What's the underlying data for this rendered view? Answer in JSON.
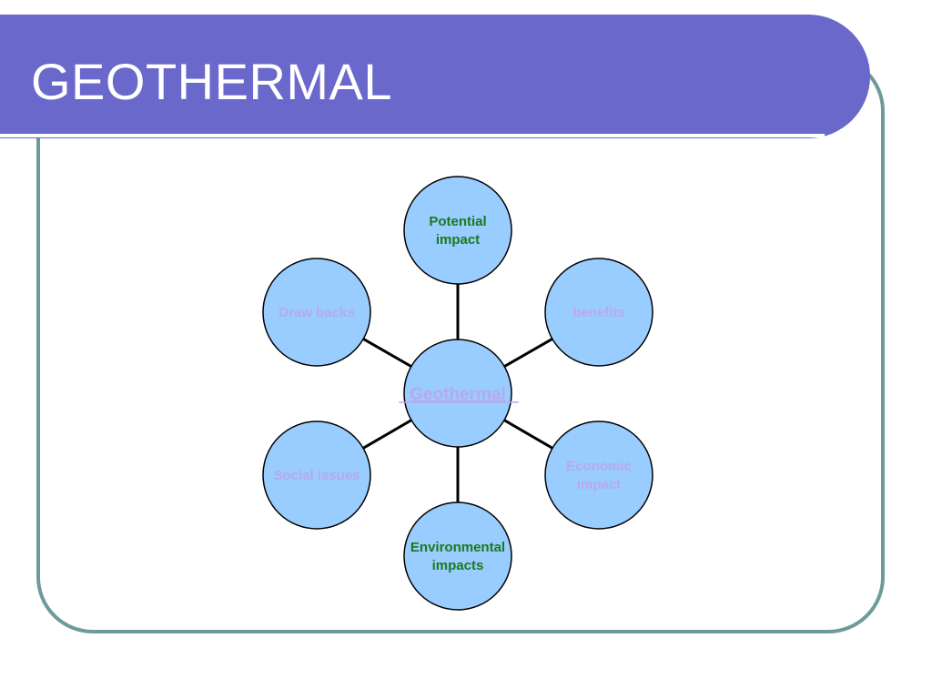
{
  "slide": {
    "title": "GEOTHERMAL"
  },
  "diagram": {
    "center": {
      "label": "Geothermal",
      "color": "#b8a9ee"
    },
    "nodes": [
      {
        "id": "potential-impact",
        "lines": [
          "Potential",
          "impact"
        ],
        "color": "#1a7a1a"
      },
      {
        "id": "benefits",
        "lines": [
          "benefits"
        ],
        "color": "#b8a9ee"
      },
      {
        "id": "economic-impact",
        "lines": [
          "Economic",
          "impact"
        ],
        "color": "#b8a9ee"
      },
      {
        "id": "environmental-impacts",
        "lines": [
          "Environmental",
          "impacts"
        ],
        "color": "#1a7a1a"
      },
      {
        "id": "social-issues",
        "lines": [
          "Social issues"
        ],
        "color": "#b8a9ee"
      },
      {
        "id": "draw-backs",
        "lines": [
          "Draw backs"
        ],
        "color": "#b8a9ee"
      }
    ]
  },
  "colors": {
    "title_bar": "#6b68cc",
    "frame_border": "#6d9a9a",
    "circle_fill": "#99ccff",
    "circle_stroke": "#000000"
  }
}
